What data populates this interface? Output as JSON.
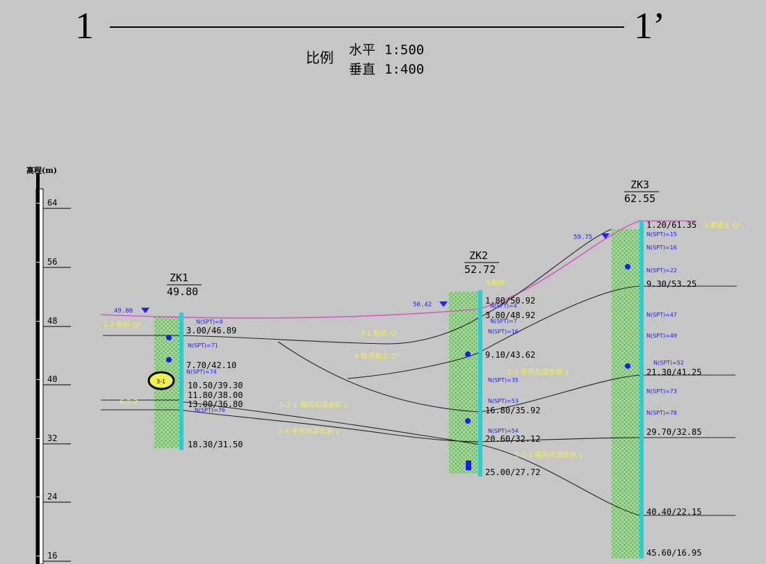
{
  "section": {
    "start": "1",
    "end": "1’"
  },
  "scale": {
    "label": "比例",
    "horizontal_label": "水平",
    "horizontal_value": "1:500",
    "vertical_label": "垂直",
    "vertical_value": "1:400"
  },
  "elevation_axis": {
    "title": "高程(m)",
    "ticks": [
      "64",
      "56",
      "48",
      "40",
      "32",
      "24",
      "16"
    ]
  },
  "colors": {
    "background": "#c6c6c6",
    "ground_line": "#e060d0",
    "borehole": "#22d0d8",
    "fill": "#88d870",
    "layer_label": "#f0f050",
    "spt": "#1a1aff",
    "water": "#2020ff"
  },
  "boreholes": [
    {
      "name": "ZK1",
      "elevation": "49.80",
      "water_level": "49.80",
      "spt": [
        "N(SPT)=8",
        "N(SPT)=71",
        "N(SPT)=74",
        "N(SPT)=76"
      ],
      "depths": [
        "3.00/46.89",
        "7.70/42.10",
        "10.50/39.30",
        "11.80/38.00",
        "13.00/36.80",
        "18.30/31.50"
      ]
    },
    {
      "name": "ZK2",
      "elevation": "52.72",
      "water_level": "50.42",
      "spt": [
        "N(SPT)=4",
        "N(SPT)=7",
        "N(SPT)=16",
        "N(SPT)=35",
        "N(SPT)=53",
        "N(SPT)=54"
      ],
      "depths": [
        "1.80/50.92",
        "3.80/48.92",
        "9.10/43.62",
        "16.80/35.92",
        "20.60/32.12",
        "25.00/27.72"
      ]
    },
    {
      "name": "ZK3",
      "elevation": "62.55",
      "water_level": "59.75",
      "spt": [
        "N(SPT)=15",
        "N(SPT)=16",
        "N(SPT)=22",
        "N(SPT)=47",
        "N(SPT)=49",
        "N(SPT)=52",
        "N(SPT)=73",
        "N(SPT)=78"
      ],
      "depths": [
        "1.20/61.35",
        "9.30/53.25",
        "21.30/41.25",
        "29.70/32.85",
        "40.40/22.15",
        "45.60/16.95"
      ]
    }
  ],
  "layer_labels": [
    "①素填土 Q²",
    "3-2 粉砂 Q⁴",
    "3-1 粉砂 Q²",
    "4 粉质粘土 Q⁴",
    "5-1 全风化混合岩 γ",
    "5-2-1 强风化混合岩 γ",
    "5-4 中风化混合岩 γ",
    "5-2-2 强风化混合岩 γ",
    "④粉砂",
    "6-2-2"
  ],
  "marked_layer": "3-1"
}
